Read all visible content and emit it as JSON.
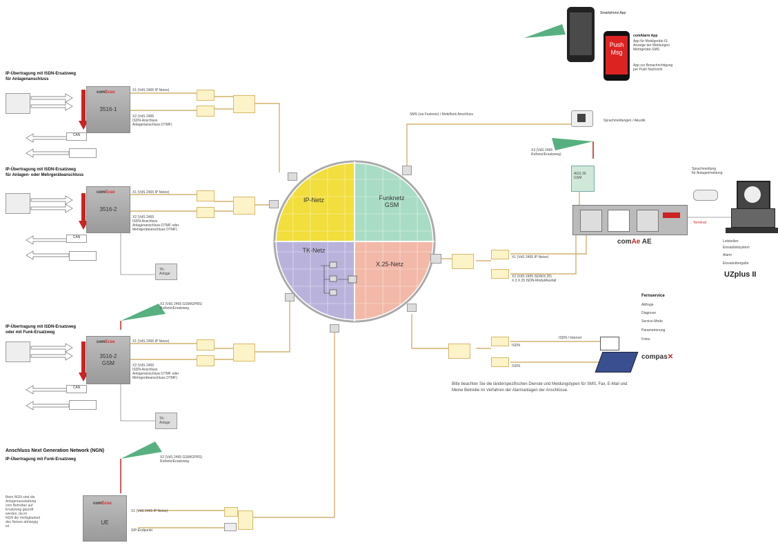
{
  "sites": [
    {
      "heading": "IP-Übertragung mit ISDN-Ersatzweg\nfür Anlagenanschluss",
      "device": "3516-1",
      "tag": "CAN",
      "lbl_ip": "X1 (VdS 2465 IP Netze)",
      "lbl_isdn": "X2 (VdS 2465\nISDN-Anschluss\nAnlagenanschluss DTMF)",
      "extra": ""
    },
    {
      "heading": "IP-Übertragung mit ISDN-Ersatzweg\nfür Anlagen- oder Mehrgeräteanschluss",
      "device": "3516-2",
      "tag": "CAN",
      "lbl_ip": "X1 (VdS 2465 IP Netze)",
      "lbl_isdn": "X2 (VdS 2465\nISDN-Anschluss\nAnlagenanschluss DTMF oder\nMehrgeräteanschluss DTMF)",
      "extra": "TK-\nAnlage"
    },
    {
      "heading": "IP-Übertragung mit ISDN-Ersatzweg\noder mit Funk-Ersatzweg",
      "device": "3516-2\nGSM",
      "tag": "CAN",
      "lbl_ip": "X1 (VdS 2465 IP Netze)",
      "lbl_isdn": "X2 (VdS 2465\nISDN-Anschluss\nAnlagenanschluss DTMF oder\nMehrgeräteanschluss DTMF)",
      "extra": "TK-\nAnlage"
    }
  ],
  "ngn": {
    "title": "Anschluss Next Generation Network (NGN)",
    "subtitle": "IP-Übertragung mit Funk-Ersatzweg",
    "device": "UE",
    "gsm_label": "X2 (VdS 2465 GSM/GPRS)\nRufnetz/Ersatzweg",
    "ip_label": "X1 (VdS 2465 IP Netze)",
    "sip_label": "SIP-Endpunkt",
    "note": "Beim NGN sind die\nAnlagenausstattung\nvom Betreiber auf\nErsatzweg geprüft\nwerden, da im\nNGN die Verfügbarkeit\ndes Netzes abhängig\nist."
  },
  "gsm_site3_label": "X2 (VdS 2465 GSM/GPRS)\nRufnetz/Ersatzweg",
  "quadrants": [
    "IP-Netz",
    "Funknetz\nGSM",
    "TK-Netz",
    "X.25-Netz"
  ],
  "center": {
    "sms_label": "SMS (via Festnetz) / Mobilfunk Anschluss",
    "pager_label": "Sprachmeldungen / Akustik",
    "gsm_ae_label": "X3 (VdS 2465\nRufnetz/Ersatzweg)",
    "gsm_module": "AGS 30\nGSM",
    "ae_brand": "com",
    "ae_brand_suffix": "Ae",
    "ae_title": "AE",
    "line_ip": "X1 (VdS 2465 IP Netze)",
    "line_isdn": "X2 (VdS 2465 ISDN/X.25)\nX.3 X.25 ISDN-Modul/Ausfall",
    "phone_label": "Sprachmeldung\nfür Anlagenmeldung",
    "ise_label": "Terminal"
  },
  "apps": {
    "title1": "Smartphone App",
    "title2": "comAlarm App",
    "text1": "App für Mobilgeräte IS\nAnzeige der Meldungen\nMehrgeräte-SMS",
    "text2": "App zur Benachrichtigung\nper Push Nachricht",
    "screen_label": "Push\nMsg"
  },
  "uzplus": {
    "title": "UZplus II",
    "lines": [
      "Leitstellen",
      "Einsatzleitsystem",
      "Alarm",
      "Einsatzübergabe"
    ]
  },
  "fernservice": {
    "title": "Fernservice",
    "items": [
      "Abfrage",
      "Diagnose",
      "Service-Mode",
      "Parametrierung",
      "Fotos"
    ],
    "line1": "ISDN / Internet",
    "line2": "ISDN",
    "line3": "ISDN",
    "brand": "compas",
    "note": "Bitte beachten Sie die länderspezifischen Dienste und Meldungstypen für SMS, Fax, E-Mail und\nMeine Betriebe im Verfahren der Alarmanlagen der Anschlüsse."
  },
  "colors": {
    "ip": "#f2de3c",
    "gsm": "#a9dcc4",
    "tk": "#b9b3dc",
    "x25": "#f2b9a8",
    "line": "#d2b06e",
    "red": "#cc2222",
    "green": "#3ba26a"
  }
}
